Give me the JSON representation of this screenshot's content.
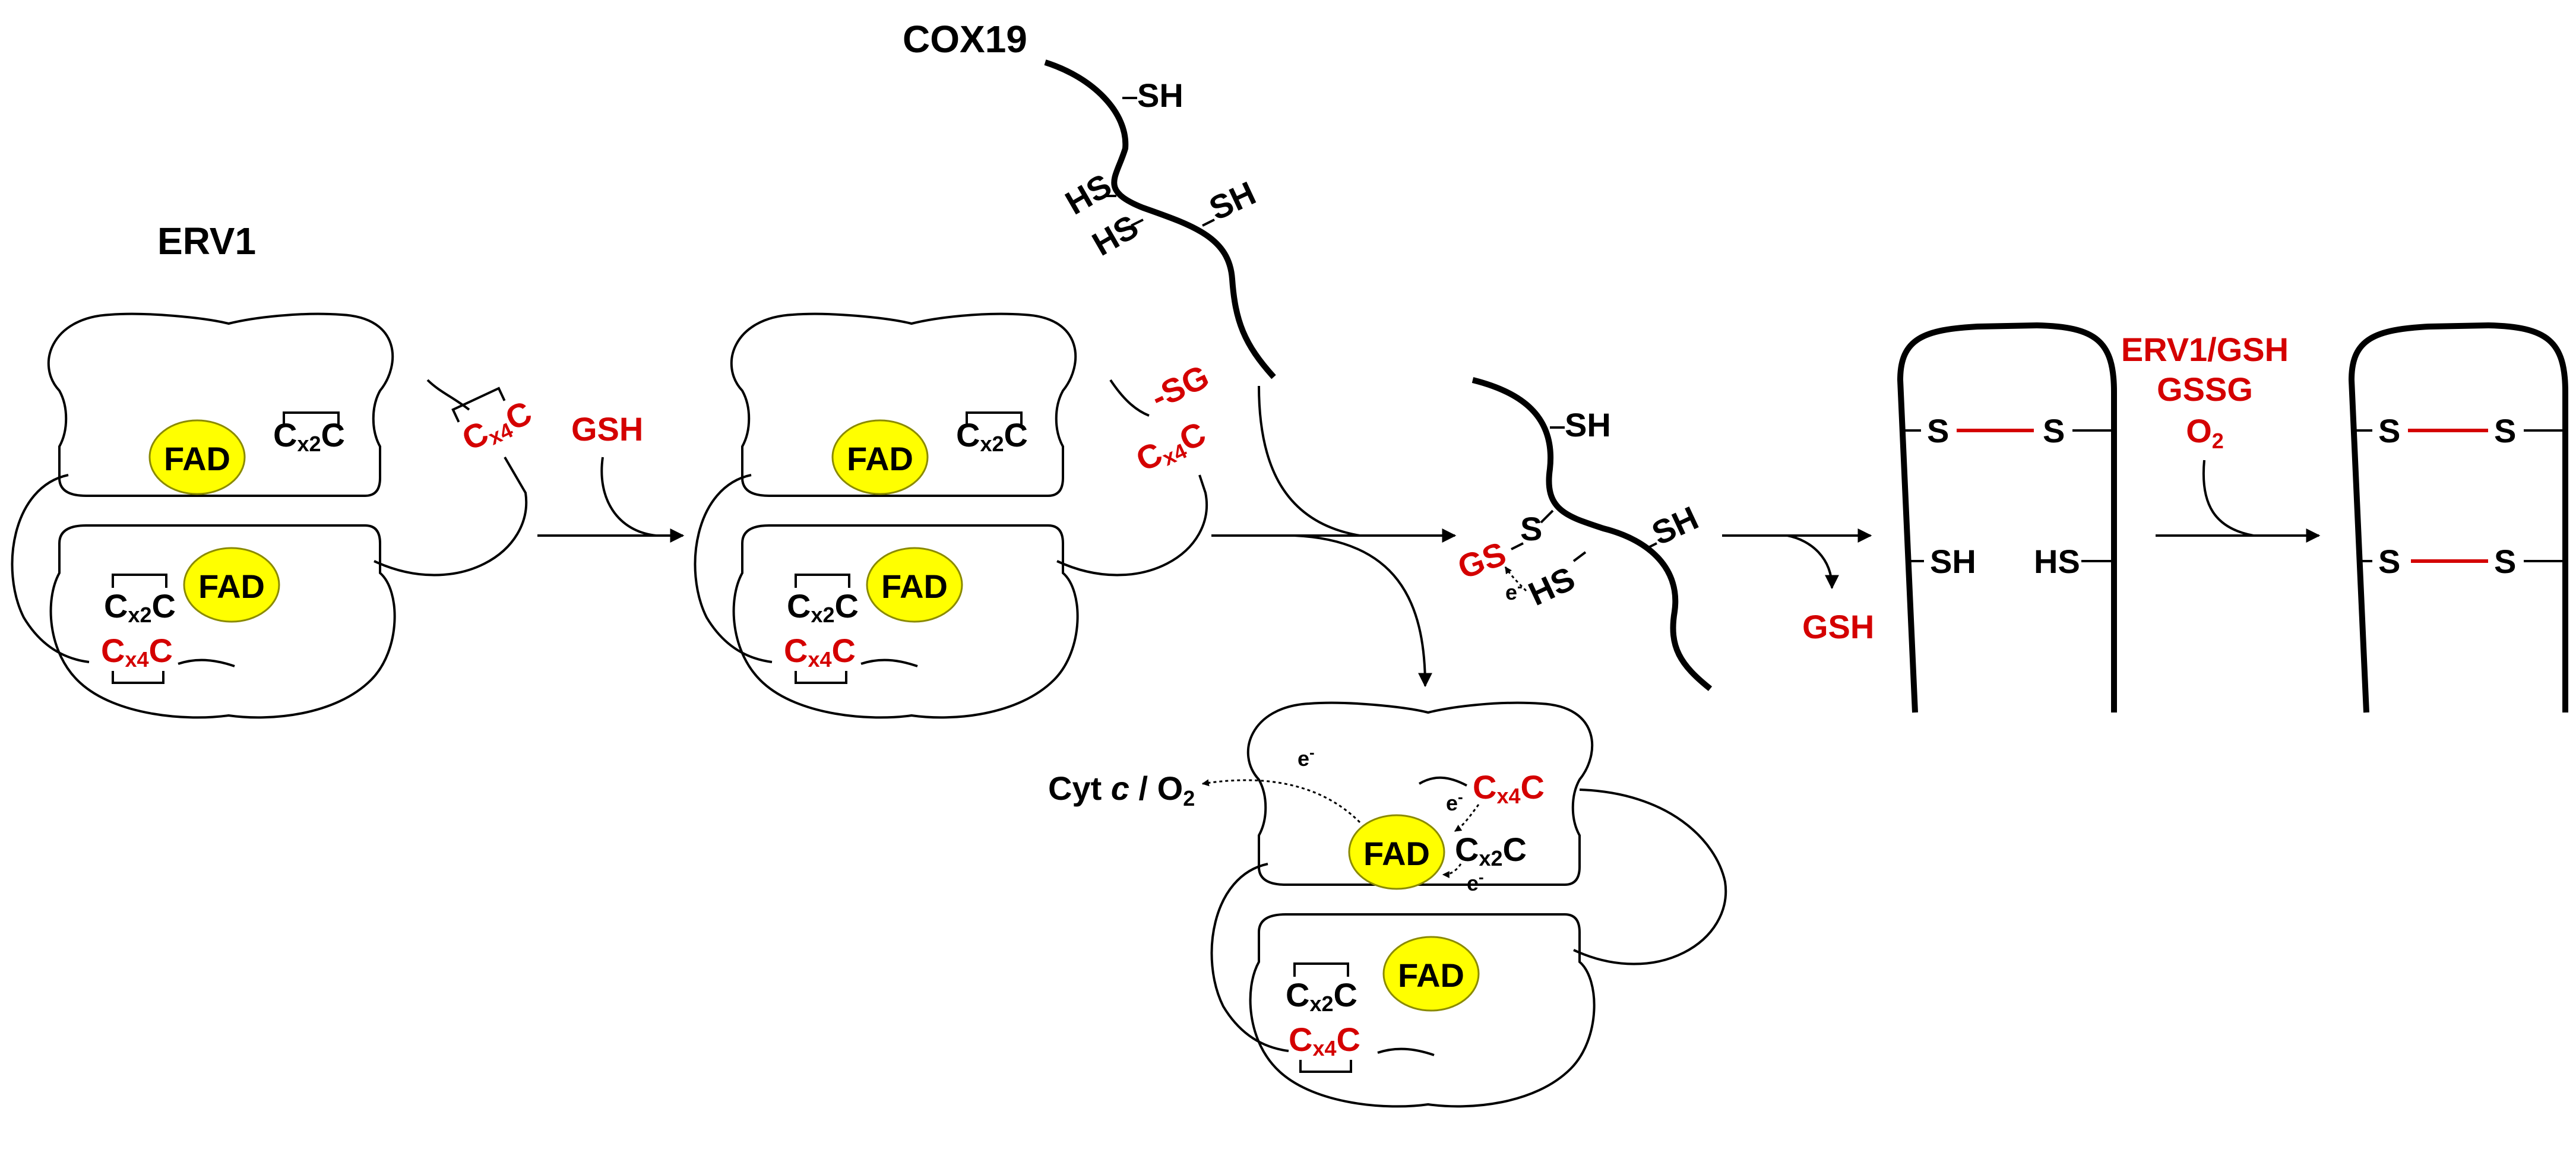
{
  "labels": {
    "erv1": "ERV1",
    "cox19": "COX19",
    "gsh": "GSH",
    "fad": "FAD",
    "cyt_prefix": "Cyt ",
    "cyt_c": "c",
    "cyt_o2": " / O",
    "o2_sub": "2",
    "sh": "SH",
    "hs": "HS",
    "sg": "SG",
    "gs": "GS",
    "s": "S",
    "s_dash": "S",
    "c": "C",
    "x2": "x2",
    "x4": "x4",
    "e": "e",
    "e_sup": "-",
    "erv1_gsh": "ERV1/GSH",
    "gssg": "GSSG",
    "o": "O"
  },
  "colors": {
    "black": "#000000",
    "red": "#d40000",
    "fad_fill": "#ffff00",
    "fad_stroke": "#8a8a00"
  }
}
